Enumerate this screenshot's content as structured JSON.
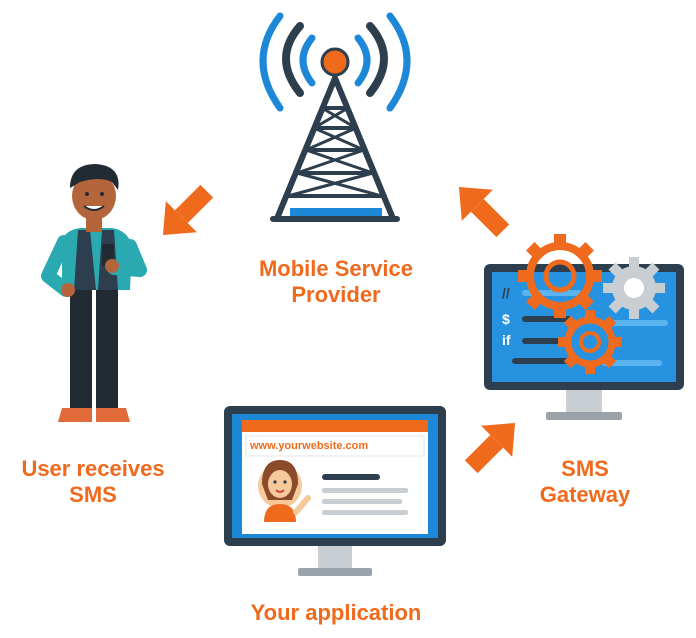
{
  "diagram": {
    "nodes": {
      "tower": {
        "label_line1": "Mobile Service",
        "label_line2": "Provider",
        "icon": "cell-tower-icon"
      },
      "user": {
        "label_line1": "User receives",
        "label_line2": "SMS",
        "icon": "person-icon"
      },
      "gateway": {
        "label_line1": "SMS",
        "label_line2": "Gateway",
        "icon": "gears-monitor-icon"
      },
      "app": {
        "label": "Your application",
        "icon": "app-monitor-icon"
      }
    },
    "gateway_code": [
      "//",
      "$",
      "if"
    ],
    "app_screen": {
      "url": "www.yourwebsite.com"
    },
    "colors": {
      "accent": "#f06a1e",
      "blue": "#1e88d8",
      "dark": "#2d3e4f",
      "teal": "#2aa9b0",
      "gear_gray": "#c9ced3"
    }
  }
}
